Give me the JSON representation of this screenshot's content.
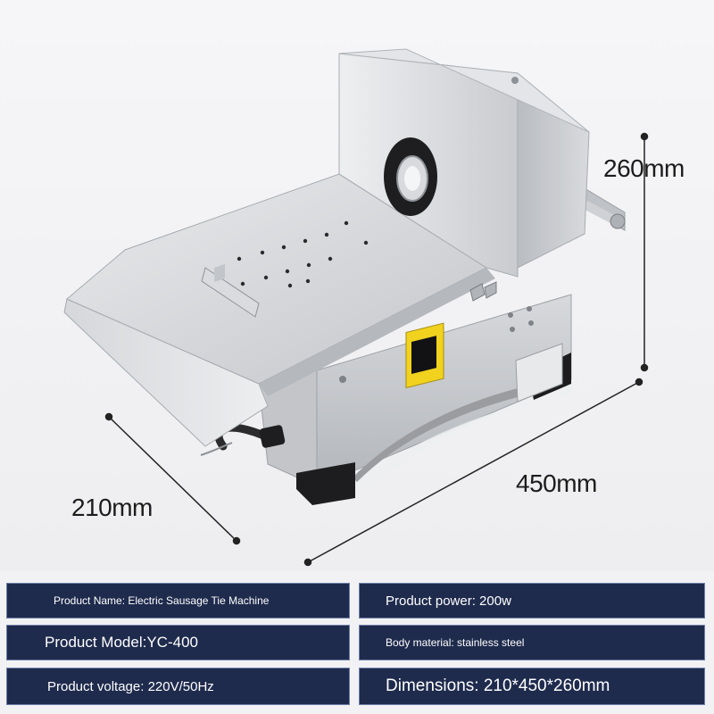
{
  "dimensions": {
    "height": "260mm",
    "length": "450mm",
    "depth": "210mm"
  },
  "specs": {
    "name": "Product Name: Electric Sausage Tie Machine",
    "power": "Product power: 200w",
    "model": "Product Model:YC-400",
    "material": "Body material: stainless steel",
    "voltage": "Product voltage: 220V/50Hz",
    "dims": "Dimensions: 210*450*260mm"
  },
  "colors": {
    "panel": "#1f2b4d",
    "panel_text": "#ffffff",
    "steel": "#c9ccd1",
    "switch_plate": "#f1d21e"
  }
}
